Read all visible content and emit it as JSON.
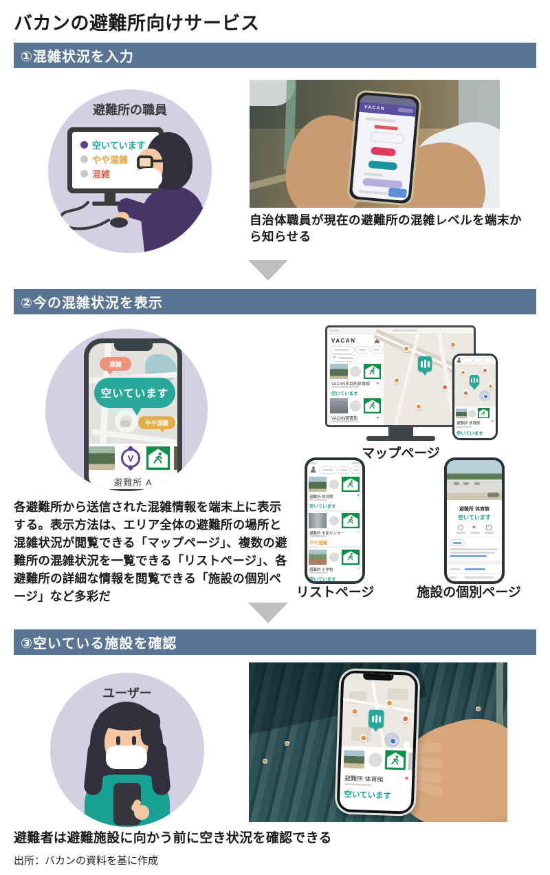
{
  "page": {
    "title": "バカンの避難所向けサービス",
    "source": "出所：バカンの資料を基に作成"
  },
  "colors": {
    "header_bar": "#5a7494",
    "circle_lavender": "#d4cfe3",
    "accent_teal": "#17a294",
    "accent_orange": "#e8a23d",
    "accent_red": "#e0654e",
    "vacan_purple": "#5b3d94",
    "evac_green": "#0c9044"
  },
  "icons": {
    "heart": "♥",
    "up_arrow": "↑",
    "vacan_v": "V"
  },
  "section1": {
    "header": "①混雑状況を入力",
    "staff_label": "避難所の職員",
    "options": [
      {
        "label": "空いています"
      },
      {
        "label": "やや混雑"
      },
      {
        "label": "混雑"
      }
    ],
    "photo": {
      "app_name": "VACAN",
      "caption": "自治体職員が現在の避難所の混雑レベルを端末から知らせる"
    }
  },
  "section2": {
    "header": "②今の混雑状況を表示",
    "phone_map": {
      "busy_bubble": "混雑",
      "vacant_bubble": "空いています",
      "semi_bubble": "やや混雑",
      "shelter_name": "避難所 A"
    },
    "body_text": "各避難所から送信された混雑情報を端末上に表示する。表示方法は、エリア全体の避難所の場所と混雑状況が閲覧できる「マップページ」、複数の避難所の混雑状況を一覧できる「リストページ」、各避難所の詳細な情報を閲覧できる「施設の個別ページ」など多彩だ",
    "map_page": {
      "caption": "マップページ",
      "app_name": "VACAN",
      "cards": [
        {
          "name": "VACAN多目的体育館",
          "status": "空いています"
        },
        {
          "name": "VACAN図書館"
        }
      ],
      "phone_card": {
        "name": "避難所 体育館",
        "status": "空いています"
      }
    },
    "list_page": {
      "caption": "リストページ",
      "cards": [
        {
          "name": "避難所 体育館",
          "status": "空いています"
        },
        {
          "name": "避難所 市民センター",
          "status": "やや混雑"
        },
        {
          "name": "避難所 小学校",
          "status": "空いています"
        }
      ]
    },
    "detail_page": {
      "caption": "施設の個別ページ",
      "name": "避難所 体育館",
      "status": "空いています"
    }
  },
  "section3": {
    "header": "③空いている施設を確認",
    "user_label": "ユーザー",
    "phone_card": {
      "name": "避難所 体育館",
      "status": "空いています"
    },
    "caption": "避難者は避難施設に向かう前に空き状況を確認できる"
  }
}
